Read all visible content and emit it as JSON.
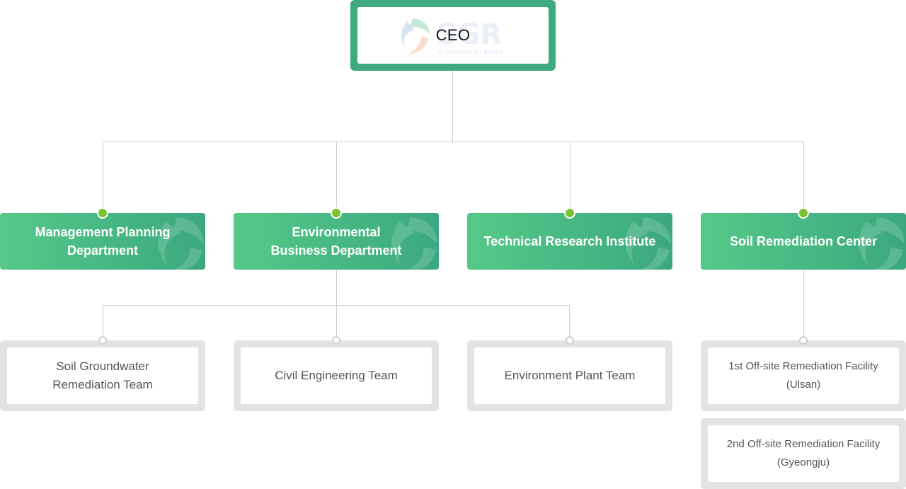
{
  "ceo": {
    "label": "CEO"
  },
  "departments": [
    {
      "label": "Management Planning\nDepartment"
    },
    {
      "label": "Environmental\nBusiness Department"
    },
    {
      "label": "Technical Research Institute"
    },
    {
      "label": "Soil Remediation Center"
    }
  ],
  "teams": [
    {
      "label": "Soil Groundwater\nRemediation Team"
    },
    {
      "label": "Civil Engineering Team"
    },
    {
      "label": "Environment Plant Team"
    },
    {
      "label": "1st Off-site Remediation Facility\n(Ulsan)"
    },
    {
      "label": "2nd Off-site Remediation Facility\n(Gyeongju)"
    }
  ],
  "colors": {
    "ceo_border": "#3faa7d",
    "dept_gradient_start": "#55c988",
    "dept_gradient_end": "#3ba87f",
    "connector_dot": "#7cc331",
    "team_border": "#e3e3e3",
    "line": "#cfcfcf"
  }
}
